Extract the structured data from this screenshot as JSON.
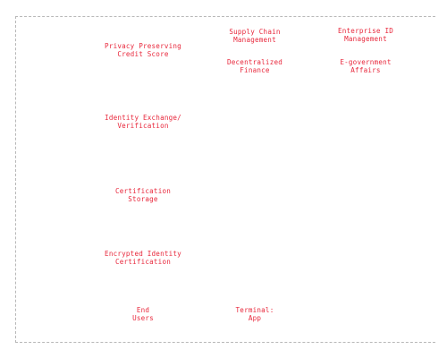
{
  "diagram": {
    "nodes": {
      "privacy_credit": "Privacy Preserving\nCredit Score",
      "supply_chain": "Supply Chain\nManagement",
      "enterprise_id": "Enterprise ID\nManagement",
      "defi": "Decentralized\nFinance",
      "egov": "E-government\nAffairs",
      "identity_exchange": "Identity Exchange/\nVerification",
      "cert_storage": "Certification\nStorage",
      "encrypted_cert": "Encrypted Identity\nCertification",
      "end_users": "End\nUsers",
      "terminal_app": "Terminal:\nApp"
    },
    "colors": {
      "label": "#e8283c",
      "frame": "#b8b8b8"
    }
  }
}
